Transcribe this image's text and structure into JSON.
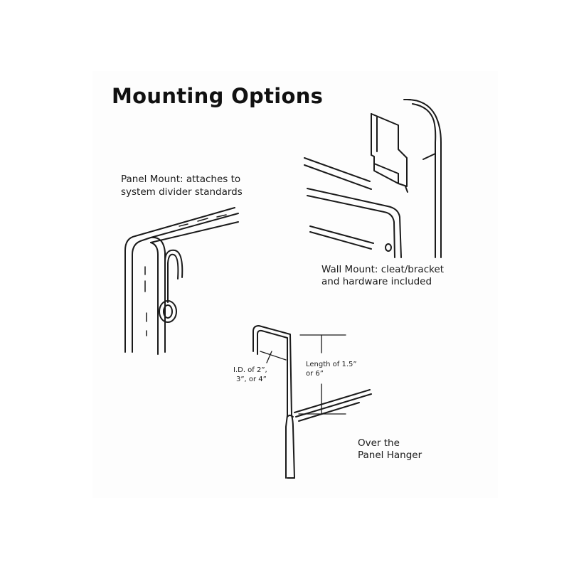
{
  "title": "Mounting Options",
  "panel_mount": {
    "line1": "Panel Mount:  attaches to",
    "line2": "system divider standards",
    "icon": "panel-hook-illustration"
  },
  "wall_mount": {
    "line1": "Wall Mount:  cleat/bracket",
    "line2": "and hardware included",
    "icon": "wall-cleat-illustration"
  },
  "over_panel": {
    "line1": "Over the",
    "line2": "Panel Hanger",
    "id_line1": "I.D. of 2”,",
    "id_line2": "3”, or 4”",
    "length_line1": "Length of 1.5”",
    "length_line2": "or 6”",
    "icon": "over-panel-hanger-illustration"
  },
  "colors": {
    "line": "#1a1a1a",
    "background": "#ffffff"
  }
}
